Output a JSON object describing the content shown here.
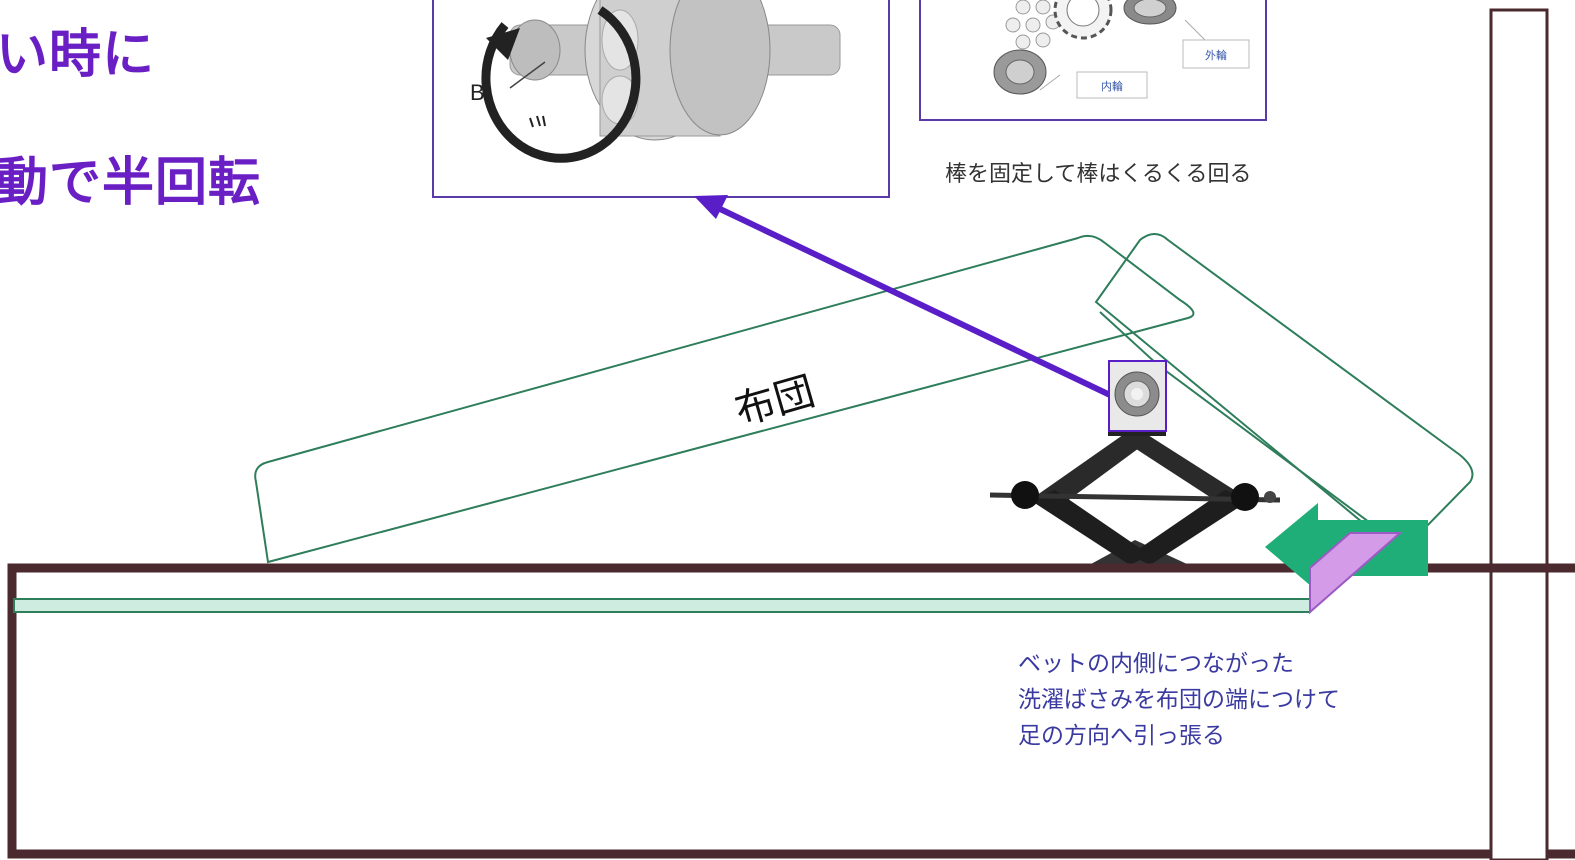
{
  "title": {
    "line1": "い時に",
    "line2": "動で半回転"
  },
  "bearing_callout": {
    "marker_a": "B"
  },
  "exploded_view": {
    "label_outer": "外輪",
    "label_inner": "内輪"
  },
  "caption_right": "棒を固定して棒はくるくる回る",
  "futon_label": "布団",
  "note_lines": [
    "ベットの内側につながった",
    "洗濯ばさみを布団の端につけて",
    "足の方向へ引っ張る"
  ],
  "colors": {
    "accent_purple": "#6a1fc4",
    "futon_stroke": "#2e7d5b",
    "bed_frame": "#4a2a2e",
    "arrow_green": "#1fae78",
    "clip_pink": "#d49be8",
    "arrow_purple": "#5a1ec8"
  }
}
